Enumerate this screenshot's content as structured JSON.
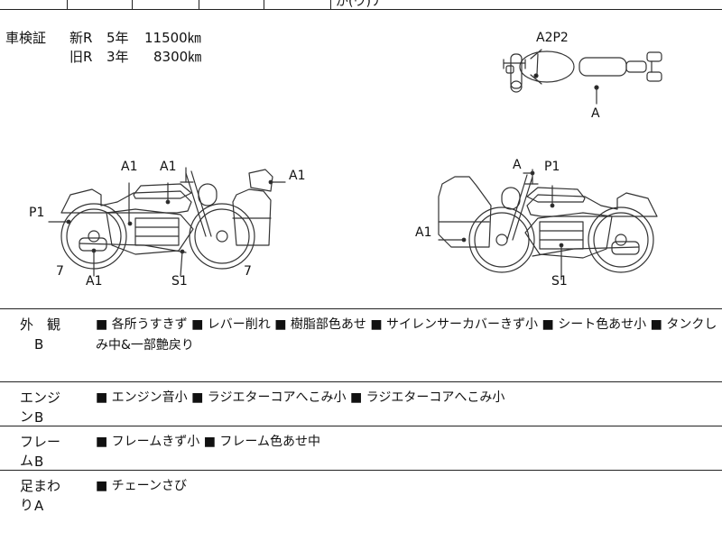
{
  "top_fragment": "が(ウ)ナ",
  "registration": {
    "label": "車検証",
    "rows": [
      {
        "type": "新R",
        "years": "5年",
        "distance": "11500㎞"
      },
      {
        "type": "旧R",
        "years": "3年",
        "distance": "8300㎞"
      }
    ]
  },
  "diagram_labels": {
    "top_a2p2": "A2P2",
    "top_a": "A",
    "left_a1_1": "A1",
    "left_a1_2": "A1",
    "left_a1_3": "A1",
    "left_p1": "P1",
    "left_7_a": "7",
    "left_a1_bottom": "A1",
    "left_s1": "S1",
    "left_7_b": "7",
    "right_a": "A",
    "right_p1": "P1",
    "right_a1": "A1",
    "right_s1": "S1"
  },
  "sections": [
    {
      "title": "外　観",
      "grade": "B",
      "text": "■ 各所うすきず ■ レバー削れ ■ 樹脂部色あせ ■ サイレンサーカバーきず小 ■ シート色あせ小 ■ タンクしみ中&一部艶戻り"
    },
    {
      "title": "エンジン",
      "grade": "B",
      "text": "■ エンジン音小 ■ ラジエターコアへこみ小 ■ ラジエターコアへこみ小"
    },
    {
      "title": "フレーム",
      "grade": "B",
      "text": "■ フレームきず小 ■ フレーム色あせ中"
    },
    {
      "title": "足まわり",
      "grade": "A",
      "text": "■ チェーンさび"
    }
  ]
}
